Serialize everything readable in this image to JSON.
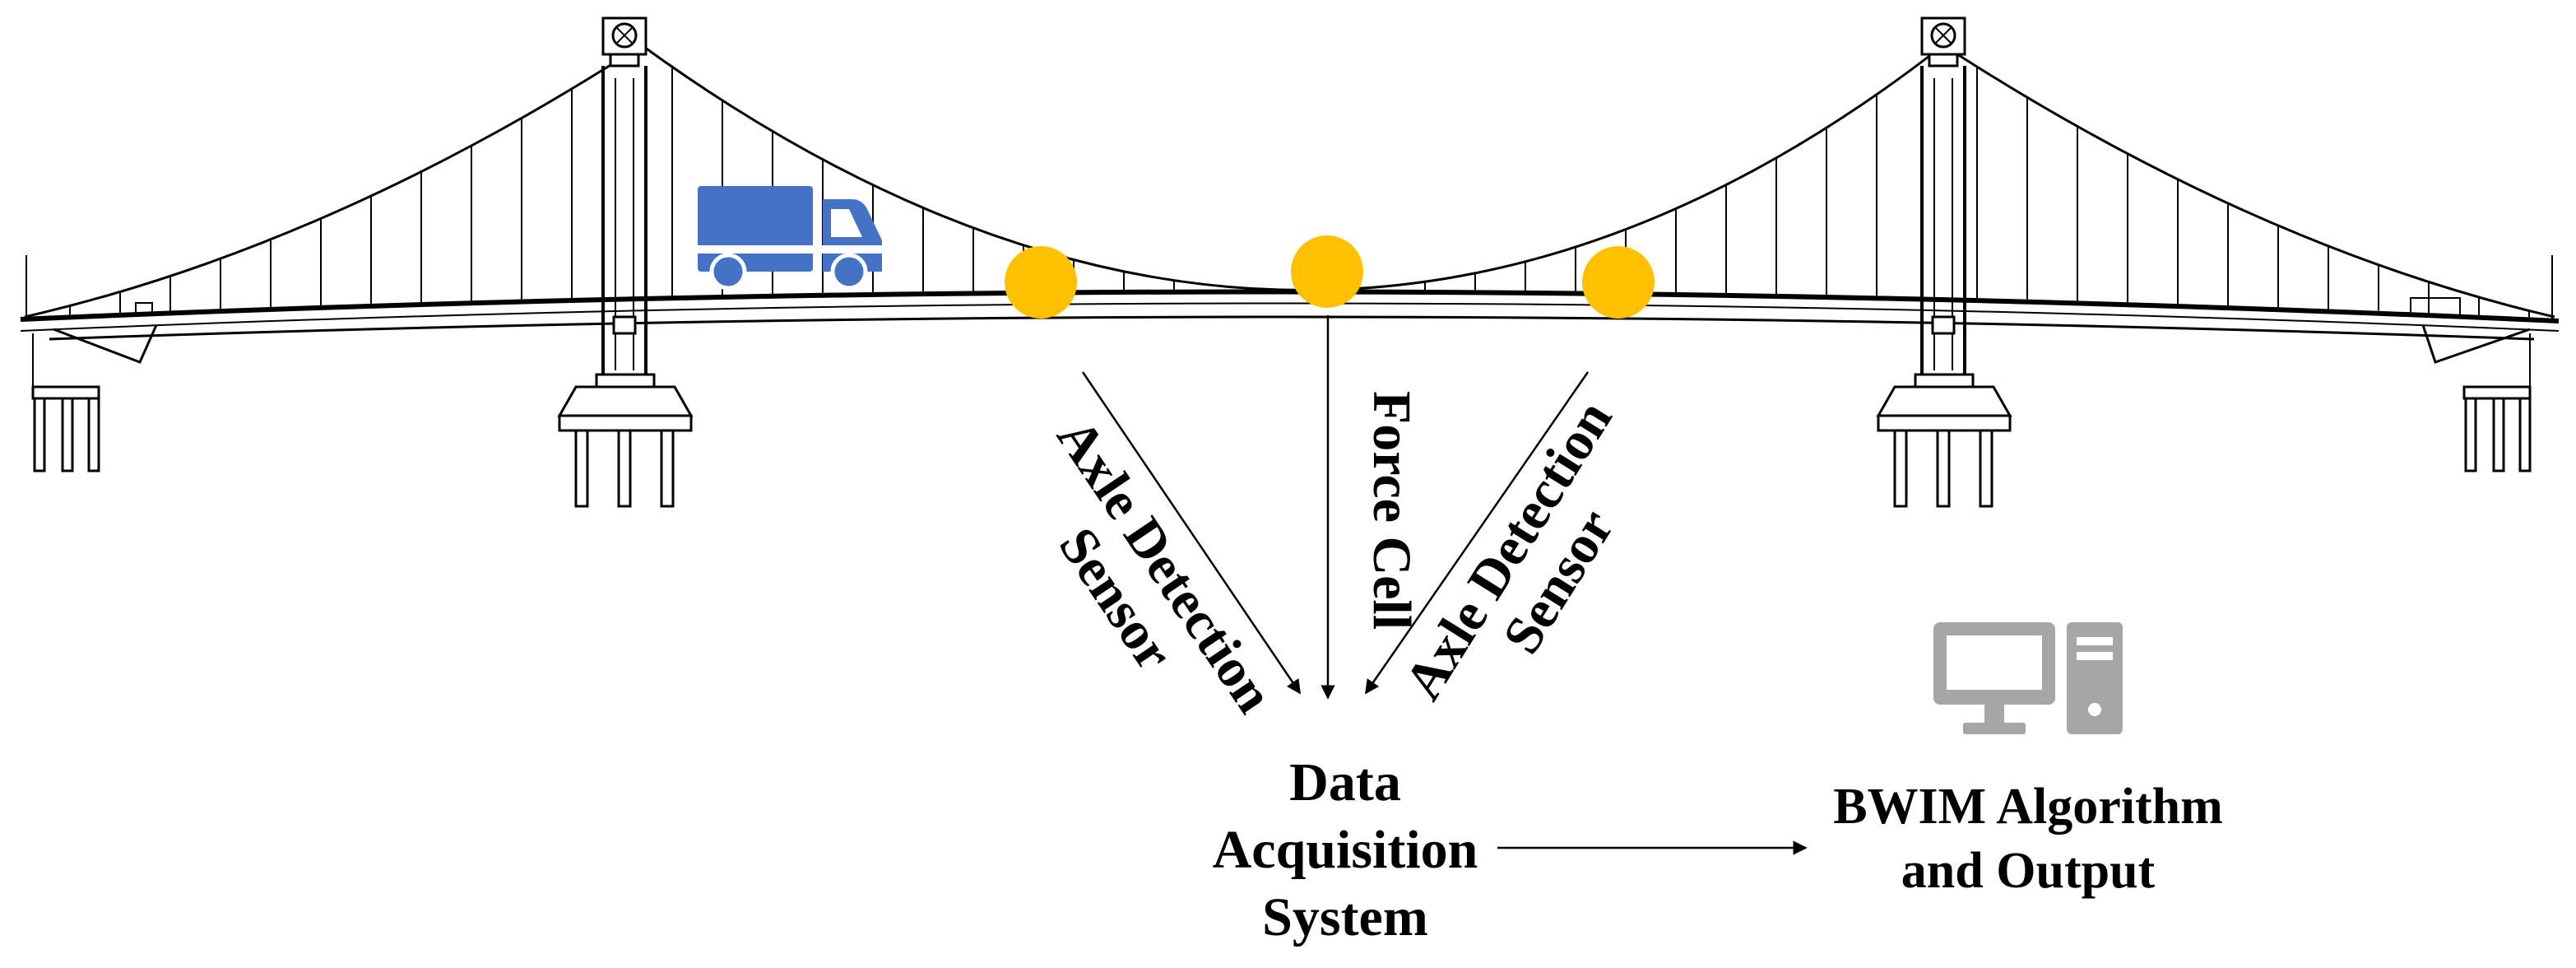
{
  "labels": {
    "axle_sensor_left_line1": "Axle Detection",
    "axle_sensor_left_line2": "Sensor",
    "force_cell": "Force Cell",
    "axle_sensor_right_line1": "Axle Detection",
    "axle_sensor_right_line2": "Sensor",
    "daq_line1": "Data",
    "daq_line2": "Acquisition",
    "daq_line3": "System",
    "bwim_line1": "BWIM Algorithm",
    "bwim_line2": "and Output"
  },
  "colors": {
    "sensor": "#FFC000",
    "truck": "#4472C4",
    "computer": "#A6A6A6",
    "line": "#000000"
  },
  "icons": {
    "vehicle": "truck-icon",
    "sensor": "sensor-dot-icon",
    "computer": "computer-icon"
  }
}
